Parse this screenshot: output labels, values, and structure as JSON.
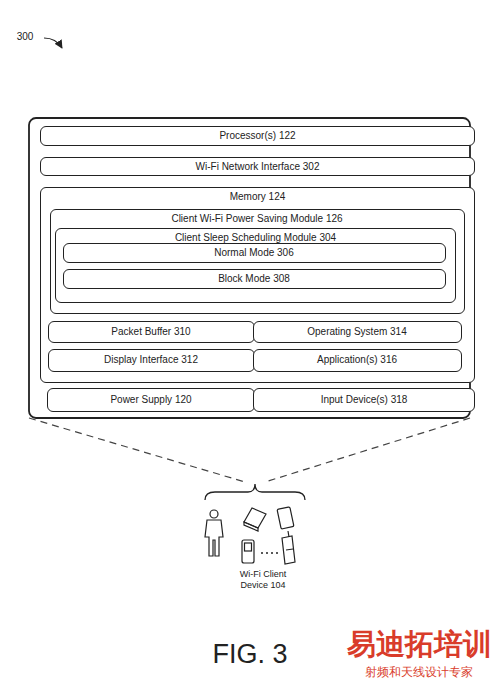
{
  "diagram": {
    "caption": "FIG. 3",
    "nodes": [
      {
        "text": [
          "Processor(s) 122"
        ]
      },
      {
        "text": [
          "Wi-Fi Network Interface 302"
        ]
      },
      {
        "text": [
          "Memory 124"
        ]
      },
      {
        "text": [
          "Client Wi-Fi Power Saving Module 126"
        ],
        "in": 2
      },
      {
        "text": [
          "Client Sleep Scheduling Module 304"
        ],
        "in": 3
      },
      {
        "text": [
          "Normal Mode 306"
        ],
        "in": 4
      },
      {
        "text": [
          "Block Mode 308"
        ],
        "in": 4
      },
      {
        "text": [
          "Packet Buffer 310"
        ],
        "in": 2
      },
      {
        "text": [
          "Operating System 314"
        ],
        "in": 2
      },
      {
        "text": [
          "Display Interface 312"
        ],
        "in": 2
      },
      {
        "text": [
          "Application(s) 316"
        ],
        "in": 2
      },
      {
        "text": [
          "Power Supply 120"
        ]
      },
      {
        "text": [
          "Input Device(s) 318"
        ]
      }
    ],
    "labels": [
      "300",
      "Wi-Fi Client Device 104",
      "易迪拓培训",
      "射频和天线设计专家"
    ]
  }
}
